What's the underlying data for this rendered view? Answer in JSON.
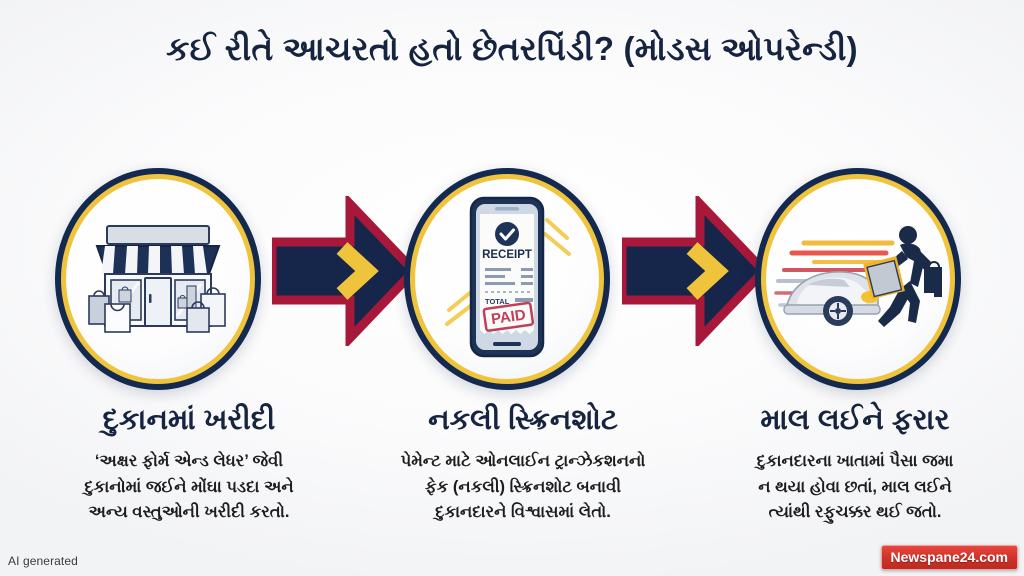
{
  "title": "કઈ રીતે આચરતો હતો છેતરપિંડી? (મોડસ ઓપરેન્ડી)",
  "colors": {
    "navy": "#13294f",
    "gold": "#f0c33c",
    "crimson": "#b01c35",
    "text_dark": "#16243f",
    "background": "#f4f5f7",
    "watermark_red": "#d0342c"
  },
  "steps": [
    {
      "id": "step-1",
      "icon": "storefront-shopping-icon",
      "heading": "દુકાનમાં ખરીદી",
      "body_lines": [
        "‘અક્ષર ફોર્મ એન્ડ લેધર’ જેવી",
        "દુકાનોમાં જઈને મોંઘા પડદા અને",
        "અન્ય વસ્તુઓની ખરીદી કરતો."
      ]
    },
    {
      "id": "step-2",
      "icon": "phone-receipt-paid-icon",
      "heading": "નકલી સ્ક્રિનશોટ",
      "body_lines": [
        "પેમેન્ટ માટે ઓનલાઈન ટ્રાન્ઝેકશનનો",
        "ફેક (નકલી) સ્ક્રિનશોટ બનાવી",
        "દુકાનદારને વિશ્વાસમાં લેતો."
      ]
    },
    {
      "id": "step-3",
      "icon": "running-man-car-escape-icon",
      "heading": "માલ લઈને ફરાર",
      "body_lines": [
        "દુકાનદારના ખાતામાં પૈસા જમા",
        "ન થયા હોવા છતાં, માલ લઈને",
        "ત્યાંથી રફુચક્કર થઈ જતો."
      ]
    }
  ],
  "phone_receipt": {
    "title_text": "RECEIPT",
    "total_label": "TOTAL",
    "stamp_text": "PAID"
  },
  "arrows": [
    {
      "id": "arrow-1",
      "direction": "right"
    },
    {
      "id": "arrow-2",
      "direction": "right"
    }
  ],
  "footer": {
    "ai_label": "AI generated",
    "watermark": "Newspane24.com"
  }
}
